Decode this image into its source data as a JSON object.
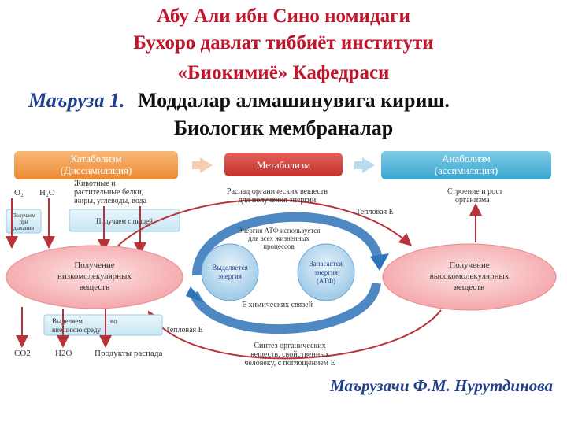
{
  "header": {
    "line1": "Абу Али ибн Сино номидаги",
    "line2": "Бухоро давлат тиббиёт институти",
    "line3": "«Биокимиё» Кафедраси"
  },
  "lecture": {
    "label": "Маъруза 1.",
    "title": "Моддалар алмашинувига кириш.",
    "subtitle": "Биологик мембраналар"
  },
  "diagram": {
    "catabolism": [
      "Катаболизм",
      "(Диссимиляция)"
    ],
    "metabolism": "Метаболизм",
    "anabolism": [
      "Анаболизм",
      "(ассимиляция)"
    ],
    "o2": "O₂",
    "h2o_in": "H₂O",
    "animal_plant": [
      "Животные и",
      "растительные белки,",
      "жиры, углеводы, вода"
    ],
    "obtained_air": [
      "Получаем",
      "при",
      "дыхании"
    ],
    "obtained_food": "Получаем с пищей",
    "decay_org": [
      "Распад органических веществ",
      "для получения энергии"
    ],
    "heat_top": "Тепловая Е",
    "structure_growth": [
      "Строение и рост",
      "организма"
    ],
    "atp_used": [
      "Энергия АТФ используется",
      "для всех жизненных",
      "процессов"
    ],
    "low_mol": [
      "Получение",
      "низкомолекулярных",
      "веществ"
    ],
    "energy_released": [
      "Выделяется",
      "энергия"
    ],
    "stored_atp": [
      "Запасается",
      "энергия",
      "(АТФ)"
    ],
    "high_mol": [
      "Получение",
      "высокомолекулярных",
      "веществ"
    ],
    "chem_bonds": "Е химических связей",
    "excrete": [
      "Выделяем",
      "во",
      "внешнюю среду"
    ],
    "heat_bottom": "Тепловая Е",
    "co2": "CO2",
    "h2o_out": "H2O",
    "decay_products": "Продукты распада",
    "synthesis": [
      "Синтез органических",
      "веществ, свойственных",
      "человеку, с поглощением Е"
    ]
  },
  "footer": {
    "author": "Маърузачи Ф.М. Нурутдинова"
  },
  "colors": {
    "title_red": "#c0152a",
    "lecture_blue": "#1f3f8a",
    "catabolism_orange": "#f39a4a",
    "metabolism_red": "#d6413c",
    "anabolism_blue": "#4fb5d8",
    "cycle_blue": "#2f73b8",
    "ellipse_pink": "#f39a9e",
    "arrow_red": "#b8323a"
  }
}
